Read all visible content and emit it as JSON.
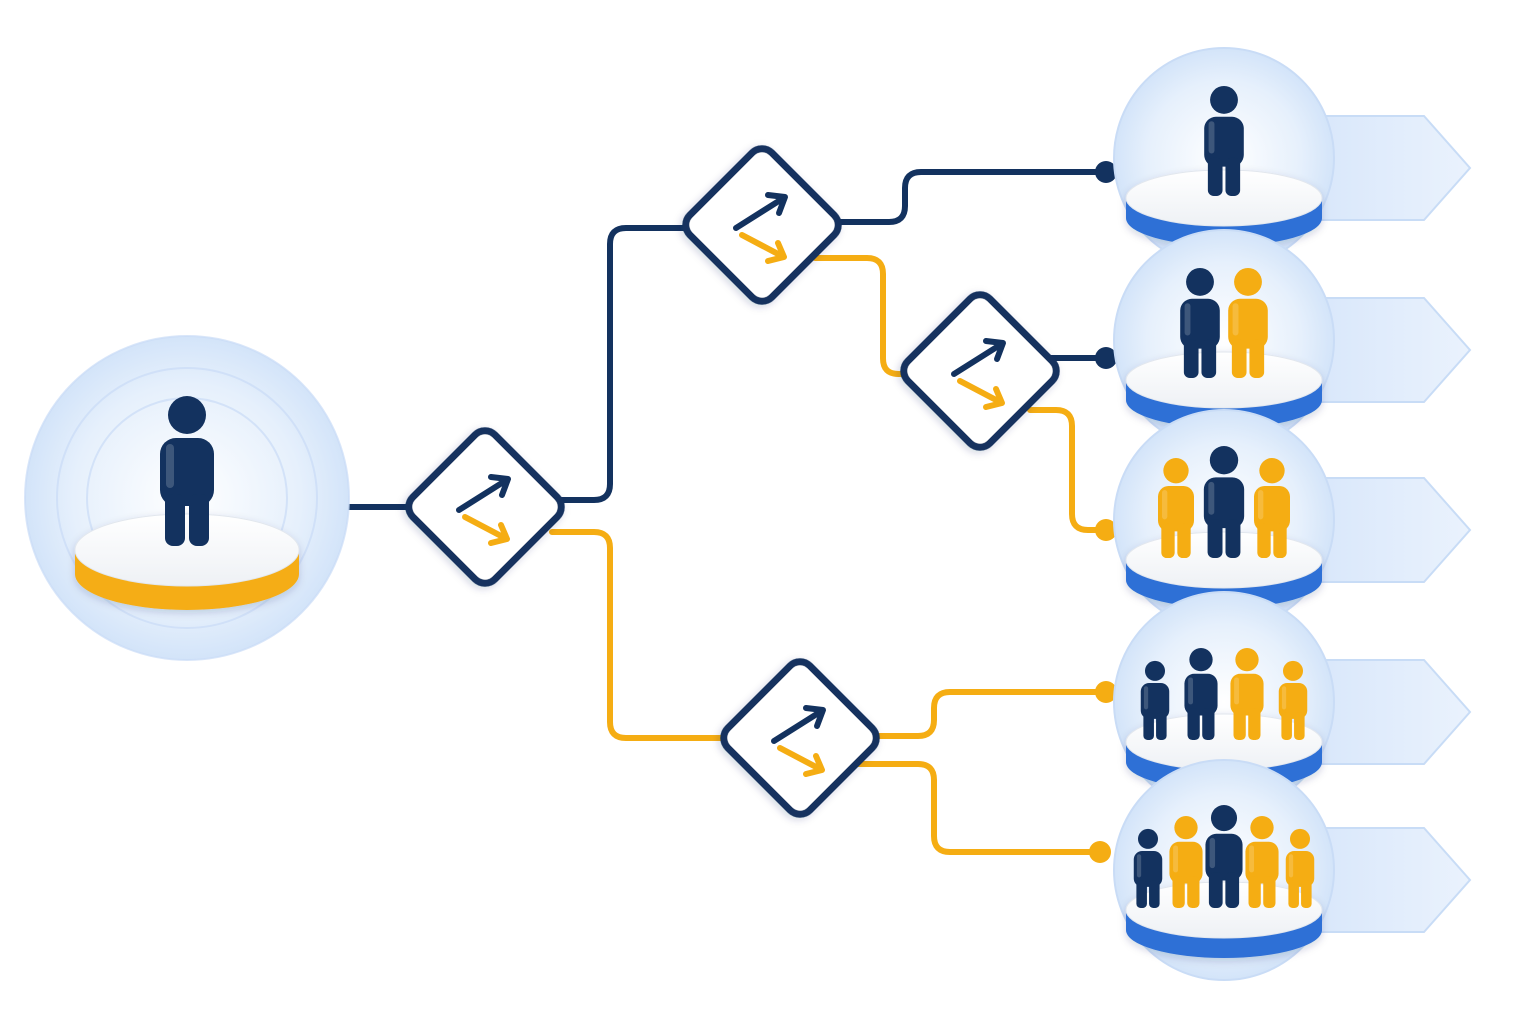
{
  "colors": {
    "navy": "#13325f",
    "gold": "#f5ad13",
    "blue": "#2f6fd6",
    "halo": "#dbe9fb",
    "tag": "#e3eefb",
    "background": "#ffffff"
  },
  "icons": {
    "decision": "branch-arrows-icon",
    "person": "person-icon",
    "connector": "dot-icon"
  },
  "root": {
    "people": [
      "navy"
    ]
  },
  "decisions": [
    {
      "id": "d1"
    },
    {
      "id": "d2"
    },
    {
      "id": "d3"
    },
    {
      "id": "d4"
    }
  ],
  "outcomes": [
    {
      "people": [
        "navy"
      ]
    },
    {
      "people": [
        "navy",
        "gold"
      ]
    },
    {
      "people": [
        "gold",
        "navy",
        "gold"
      ]
    },
    {
      "people": [
        "navy",
        "navy",
        "gold",
        "gold"
      ]
    },
    {
      "people": [
        "navy",
        "gold",
        "navy",
        "gold",
        "gold"
      ]
    }
  ],
  "edges": [
    {
      "from": "root",
      "to": "d1",
      "color": "navy"
    },
    {
      "from": "d1",
      "to": "d2",
      "color": "navy"
    },
    {
      "from": "d1",
      "to": "d4",
      "color": "gold"
    },
    {
      "from": "d2",
      "to": "o1",
      "color": "navy"
    },
    {
      "from": "d2",
      "to": "d3",
      "color": "gold"
    },
    {
      "from": "d3",
      "to": "o2",
      "color": "navy"
    },
    {
      "from": "d3",
      "to": "o3",
      "color": "gold"
    },
    {
      "from": "d4",
      "to": "o4",
      "color": "gold"
    },
    {
      "from": "d4",
      "to": "o5",
      "color": "gold"
    }
  ]
}
